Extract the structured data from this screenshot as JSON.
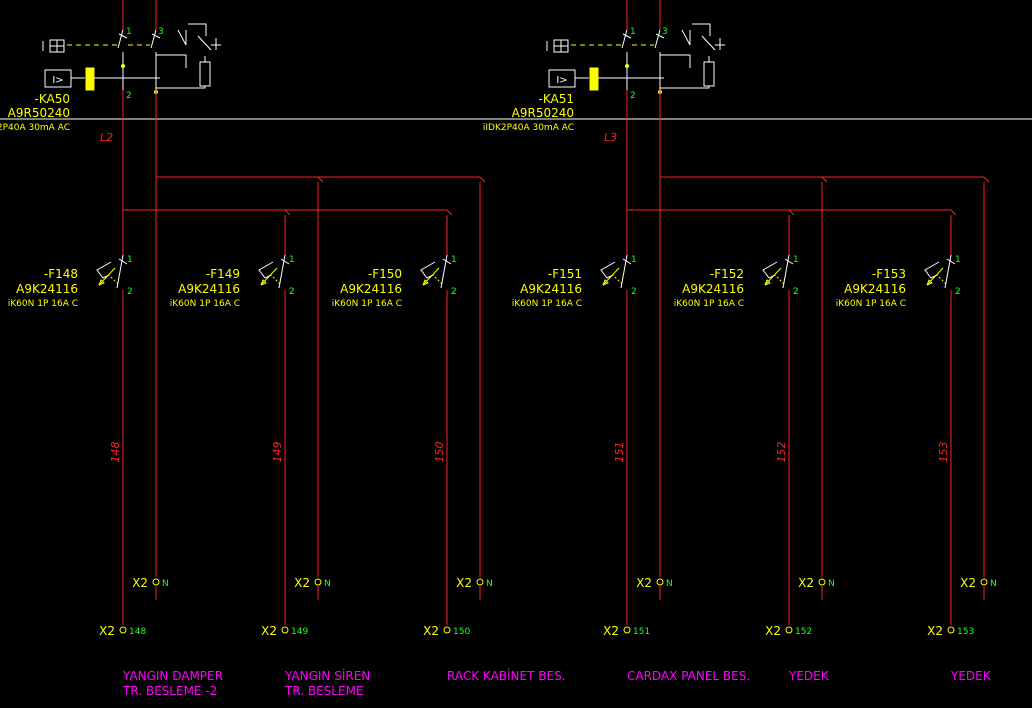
{
  "colors": {
    "wire": "#ff2020",
    "symbol": "#ffffff",
    "device": "#ffff00",
    "terminal_num": "#20ff20",
    "phase": "#ff2020",
    "load": "#ff00ff",
    "bus": "#ffffff"
  },
  "rcds": [
    {
      "tag": "-KA50",
      "code": "A9R50240",
      "spec": "2P40A 30mA AC",
      "phase": "L2",
      "pin_in": "1",
      "pin_out": "2",
      "pin_n": "3"
    },
    {
      "tag": "-KA51",
      "code": "A9R50240",
      "spec": "iIDK2P40A 30mA AC",
      "phase": "L3",
      "pin_in": "1",
      "pin_out": "2",
      "pin_n": "3"
    }
  ],
  "breakers": [
    {
      "tag": "-F148",
      "code": "A9K24116",
      "spec": "iK60N 1P 16A C",
      "wire": "148",
      "terminal_strip": "X2",
      "terminal": "148",
      "neutral_terminal": "N",
      "load": [
        "YANGIN DAMPER",
        "TR. BESLEME -2"
      ],
      "pin_in": "1",
      "pin_out": "2"
    },
    {
      "tag": "-F149",
      "code": "A9K24116",
      "spec": "iK60N 1P 16A C",
      "wire": "149",
      "terminal_strip": "X2",
      "terminal": "149",
      "neutral_terminal": "N",
      "load": [
        "YANGIN SİREN",
        "TR. BESLEME"
      ],
      "pin_in": "1",
      "pin_out": "2"
    },
    {
      "tag": "-F150",
      "code": "A9K24116",
      "spec": "iK60N 1P 16A C",
      "wire": "150",
      "terminal_strip": "X2",
      "terminal": "150",
      "neutral_terminal": "N",
      "load": [
        "RACK KABİNET BES."
      ],
      "pin_in": "1",
      "pin_out": "2"
    },
    {
      "tag": "-F151",
      "code": "A9K24116",
      "spec": "iK60N 1P 16A C",
      "wire": "151",
      "terminal_strip": "X2",
      "terminal": "151",
      "neutral_terminal": "N",
      "load": [
        "CARDAX PANEL BES."
      ],
      "pin_in": "1",
      "pin_out": "2"
    },
    {
      "tag": "-F152",
      "code": "A9K24116",
      "spec": "iK60N 1P 16A C",
      "wire": "152",
      "terminal_strip": "X2",
      "terminal": "152",
      "neutral_terminal": "N",
      "load": [
        "YEDEK"
      ],
      "pin_in": "1",
      "pin_out": "2"
    },
    {
      "tag": "-F153",
      "code": "A9K24116",
      "spec": "iK60N 1P 16A C",
      "wire": "153",
      "terminal_strip": "X2",
      "terminal": "153",
      "neutral_terminal": "N",
      "load": [
        "YEDEK"
      ],
      "pin_in": "1",
      "pin_out": "2"
    }
  ]
}
